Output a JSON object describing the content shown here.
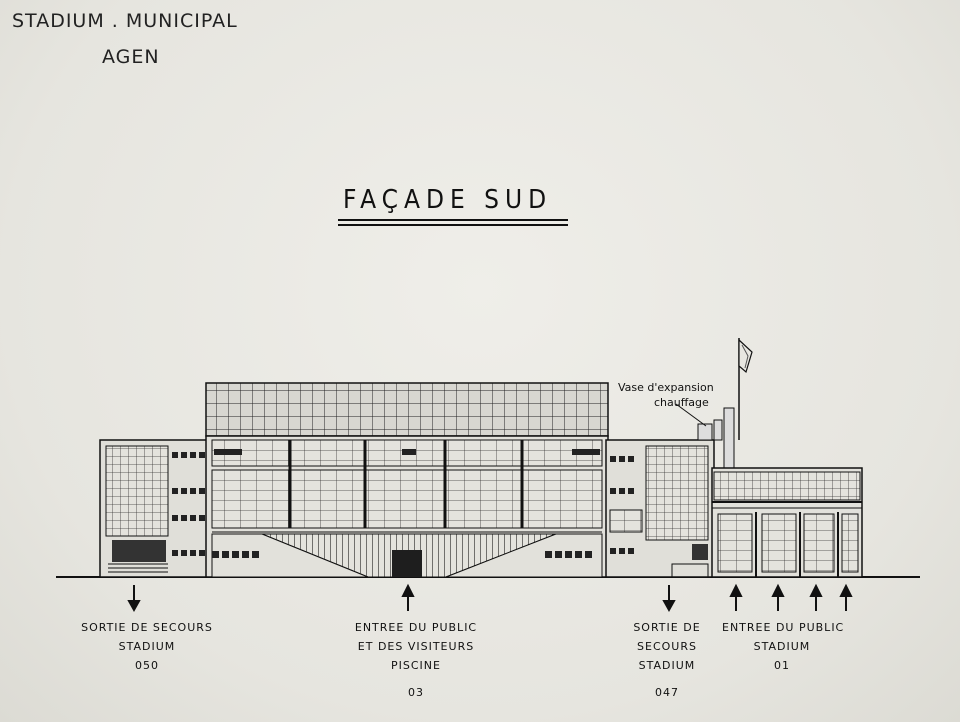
{
  "header": {
    "line1": "STADIUM . MUNICIPAL",
    "line2": "AGEN"
  },
  "title": "FAÇADE SUD",
  "annotation": {
    "line1": "Vase d'expansion",
    "line2": "chauffage"
  },
  "labels": [
    {
      "lines": [
        "SORTIE DE SECOURS",
        "STADIUM"
      ],
      "code": "050"
    },
    {
      "lines": [
        "ENTREE DU PUBLIC",
        "ET DES VISITEURS",
        "PISCINE"
      ],
      "code": "03"
    },
    {
      "lines": [
        "SORTIE DE",
        "SECOURS",
        "STADIUM"
      ],
      "code": "047"
    },
    {
      "lines": [
        "ENTREE DU PUBLIC",
        "STADIUM"
      ],
      "code": "01"
    }
  ],
  "colors": {
    "paper": "#e9e8e3",
    "ink": "#111111"
  }
}
